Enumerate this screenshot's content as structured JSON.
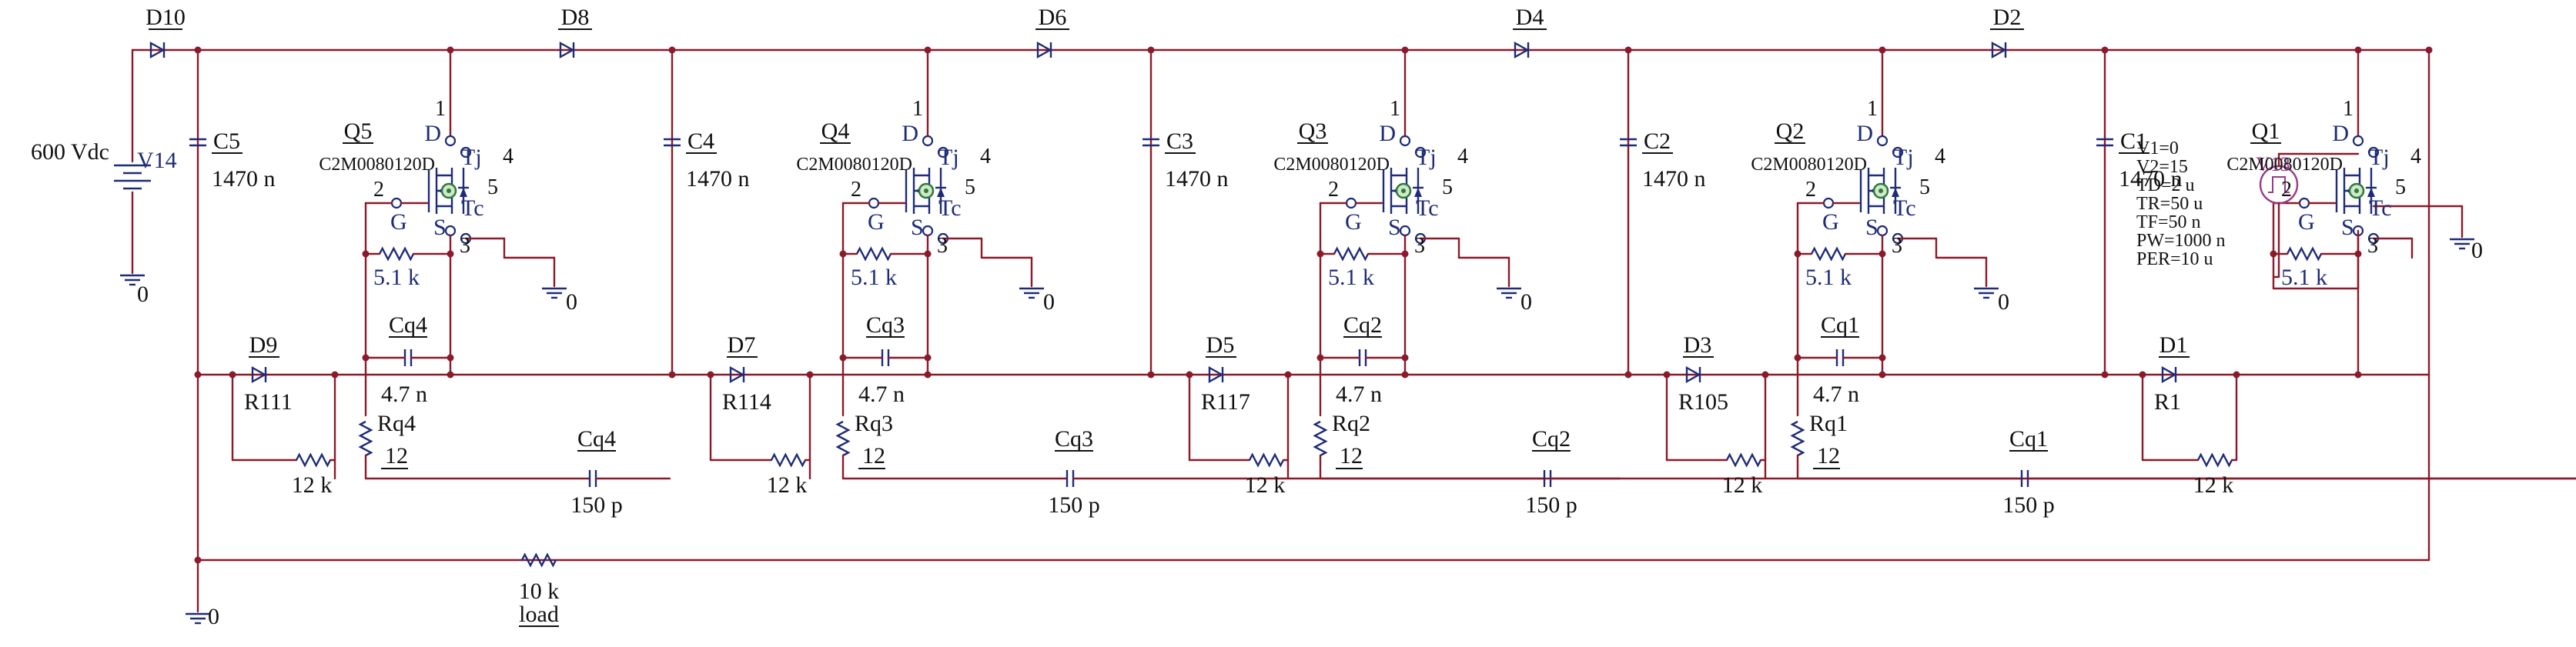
{
  "source": {
    "name": "V14",
    "value": "600 Vdc",
    "ground": "0"
  },
  "pulse_source": {
    "name": "V13",
    "params": [
      "V1=0",
      "V2=15",
      "TD=2 u",
      "TR=50 u",
      "TF=50 n",
      "PW=1000 n",
      "PER=10 u"
    ]
  },
  "load": {
    "name": "load",
    "value": "10 k",
    "ground": "0"
  },
  "top_diodes": [
    "D10",
    "D8",
    "D6",
    "D4",
    "D2"
  ],
  "stages": [
    {
      "mos": "Q5",
      "part": "C2M0080120D",
      "gate_r": "5.1 k",
      "cq": "Cq4",
      "cq_val": "4.7 n",
      "rq": "Rq4",
      "rq_val": "12",
      "cap": "C5",
      "cap_val": "1470 n",
      "diode": "D9",
      "res": "R111",
      "res_val": "12 k",
      "cc": "Cq4",
      "cc_val": "150 p",
      "ground": "0"
    },
    {
      "mos": "Q4",
      "part": "C2M0080120D",
      "gate_r": "5.1 k",
      "cq": "Cq3",
      "cq_val": "4.7 n",
      "rq": "Rq3",
      "rq_val": "12",
      "cap": "C4",
      "cap_val": "1470 n",
      "diode": "D7",
      "res": "R114",
      "res_val": "12 k",
      "cc": "Cq3",
      "cc_val": "150 p",
      "ground": "0"
    },
    {
      "mos": "Q3",
      "part": "C2M0080120D",
      "gate_r": "5.1 k",
      "cq": "Cq2",
      "cq_val": "4.7 n",
      "rq": "Rq2",
      "rq_val": "12",
      "cap": "C3",
      "cap_val": "1470 n",
      "diode": "D5",
      "res": "R117",
      "res_val": "12 k",
      "cc": "Cq2",
      "cc_val": "150 p",
      "ground": "0"
    },
    {
      "mos": "Q2",
      "part": "C2M0080120D",
      "gate_r": "5.1 k",
      "cq": "Cq1",
      "cq_val": "4.7 n",
      "rq": "Rq1",
      "rq_val": "12",
      "cap": "C2",
      "cap_val": "1470 n",
      "diode": "D3",
      "res": "R105",
      "res_val": "12 k",
      "cc": "Cq1",
      "cc_val": "150 p",
      "ground": "0"
    },
    {
      "mos": "Q1",
      "part": "C2M0080120D",
      "gate_r": "5.1 k",
      "cap": "C1",
      "cap_val": "1470 n",
      "diode": "D1",
      "res": "R1",
      "res_val": "12 k",
      "ground": "0"
    }
  ],
  "pins": {
    "d": "D",
    "g": "G",
    "s": "S",
    "tj": "Tj",
    "tc": "Tc",
    "p1": "1",
    "p2": "2",
    "p3": "3",
    "p4": "4",
    "p5": "5"
  }
}
